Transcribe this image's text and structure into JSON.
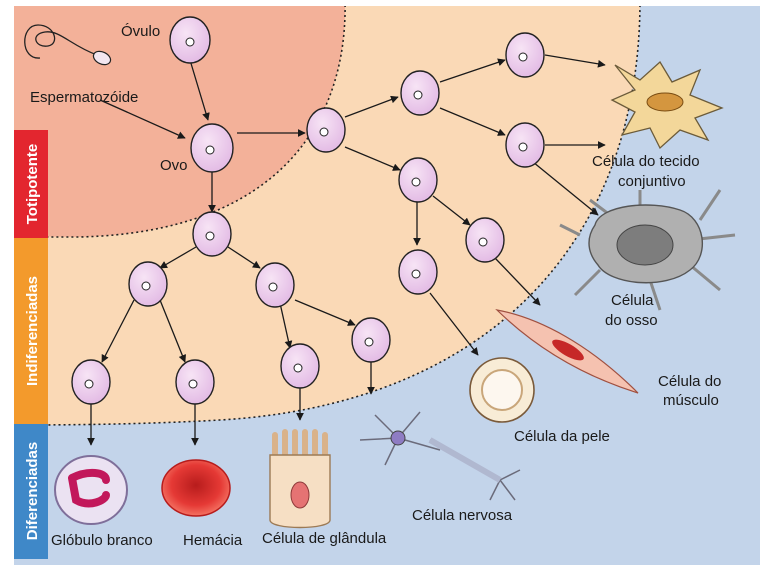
{
  "sidebar": {
    "totipotent": "Totipotente",
    "undifferentiated": "Indiferenciadas",
    "differentiated": "Diferenciadas"
  },
  "labels": {
    "ovulo": "Óvulo",
    "espermatozoide": "Espermatozóide",
    "ovo": "Ovo",
    "tecido_1": "Célula do tecido",
    "tecido_2": "conjuntivo",
    "osso_1": "Célula",
    "osso_2": "do osso",
    "musculo_1": "Célula do",
    "musculo_2": "músculo",
    "pele": "Célula da pele",
    "nervosa": "Célula nervosa",
    "globulo": "Glóbulo branco",
    "hemacia": "Hemácia",
    "glandula": "Célula de glândula"
  },
  "colors": {
    "zone_outer": "#c3d4ea",
    "zone_middle": "#fad9b6",
    "zone_inner": "#f3b199",
    "cell_fill": "#edd1ee",
    "sidebar_totipotent": "#e3262f",
    "sidebar_undifferentiated": "#f39a2c",
    "sidebar_differentiated": "#3f88c8"
  }
}
